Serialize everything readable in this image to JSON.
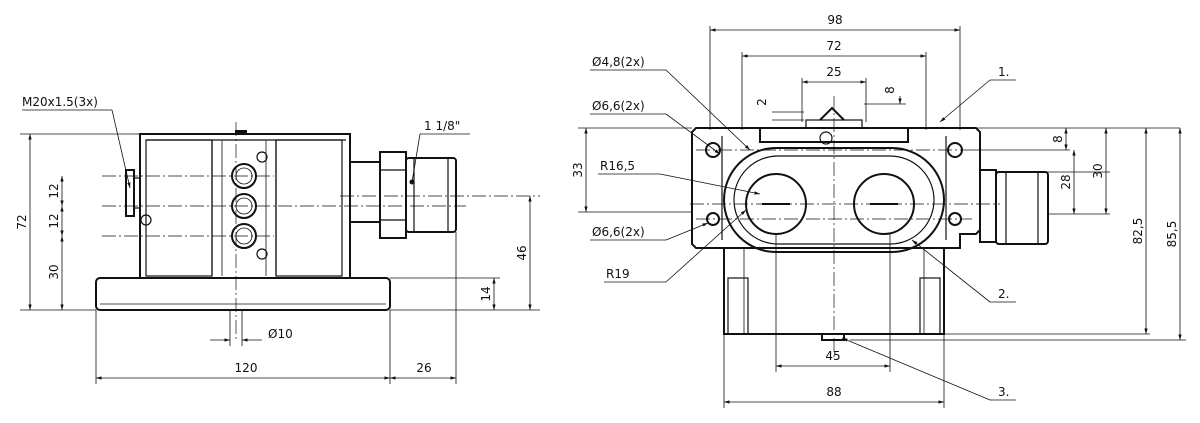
{
  "left_view": {
    "thread_label": "M20x1.5(3x)",
    "fitting_label": "1 1/8\"",
    "dim_height": "72",
    "dim_pitch_upper": "12",
    "dim_pitch_lower": "12",
    "dim_base_offset": "30",
    "dim_hole": "Ø10",
    "dim_length": "120",
    "dim_fitting": "26",
    "dim_flange": "14",
    "dim_axis_height": "46"
  },
  "right_view": {
    "dim_outer_width": "98",
    "dim_hole_pitch": "72",
    "dim_slot_width": "25",
    "dim_slot_small": "2",
    "dim_top_small": "8",
    "dim_right_8": "8",
    "dim_right_30": "30",
    "dim_right_28": "28",
    "dim_right_82_5": "82,5",
    "dim_right_85_5": "85,5",
    "dim_left_33": "33",
    "dim_foot_inner": "45",
    "dim_foot_outer": "88",
    "label_hole_48": "Ø4,8(2x)",
    "label_hole_66_top": "Ø6,6(2x)",
    "label_radius_165": "R16,5",
    "label_hole_66_bottom": "Ø6,6(2x)",
    "label_radius_19": "R19",
    "callout_1": "1.",
    "callout_2": "2.",
    "callout_3": "3."
  }
}
